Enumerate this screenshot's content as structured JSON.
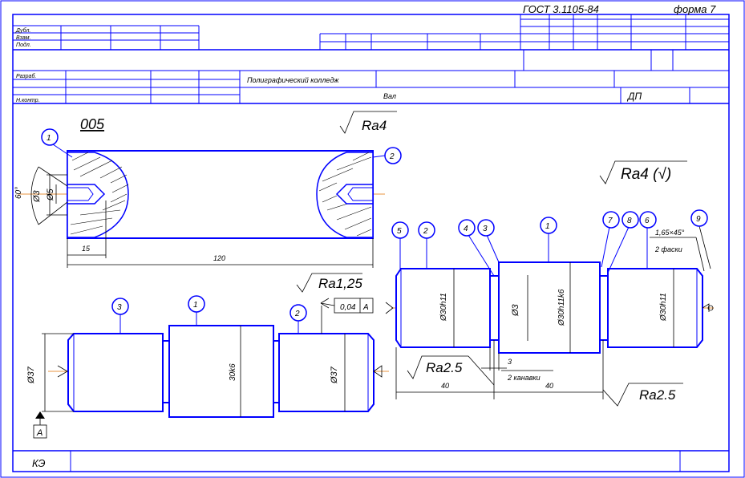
{
  "header": {
    "gost": "ГОСТ 3.1105-84",
    "form": "форма 7"
  },
  "title_block": {
    "rows_left": [
      "Дубл.",
      "Взам.",
      "Подл."
    ],
    "developed": "Разраб.",
    "norm_control": "Н.контр.",
    "organization": "Полиграфический колледж",
    "part_name": "Вал",
    "document_code": "ДП",
    "footer_code": "КЭ"
  },
  "operation": {
    "number": "005",
    "roughness_ops": "Ra4",
    "roughness_general": "Ra4 (√)",
    "roughness_shaft": "Ra1,25",
    "roughness_a": "Ra2.5",
    "roughness_b": "Ra2.5"
  },
  "dimensions": {
    "center_angle": "60°",
    "center_d1": "Ø3",
    "center_d2": "Ø5",
    "len_15": "15",
    "len_120": "120",
    "shaft_d37_left": "Ø37",
    "shaft_30k6": "30k6",
    "shaft_d37_right": "Ø37",
    "runout": "0,04",
    "datum": "A",
    "datum_box": "A",
    "right_d1": "Ø30h11",
    "right_d2": "Ø30h11k6",
    "right_d3": "Ø30h11",
    "right_inner": "Ø3",
    "groove": "3",
    "grooves": "2 канавки",
    "len_40a": "40",
    "len_40b": "40",
    "chamfer": "1,65×45°",
    "chamfers": "2 фаски"
  },
  "bubbles": {
    "b1": "1",
    "b2": "2",
    "s3": "3",
    "s1": "1",
    "s2": "2",
    "r5": "5",
    "r2": "2",
    "r4": "4",
    "r3": "3",
    "r1": "1",
    "r7": "7",
    "r8": "8",
    "r6": "6",
    "r9": "9"
  }
}
